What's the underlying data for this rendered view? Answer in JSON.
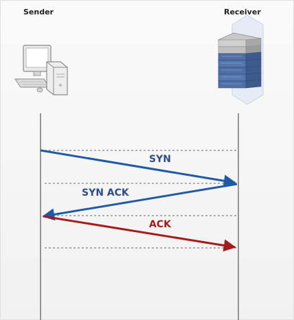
{
  "sender": {
    "title": "Sender",
    "icon": "desktop-computer-icon"
  },
  "receiver": {
    "title": "Receiver",
    "icon": "server-rack-icon"
  },
  "messages": [
    {
      "label": "SYN",
      "direction": "sender-to-receiver",
      "color": "#1f5aa6"
    },
    {
      "label": "SYN ACK",
      "direction": "receiver-to-sender",
      "color": "#1f5aa6"
    },
    {
      "label": "ACK",
      "direction": "sender-to-receiver",
      "color": "#a61c1c"
    }
  ],
  "colors": {
    "background": "#f5f5f5",
    "lifeline": "#555555",
    "dashed": "#666666",
    "syn": "#1f5aa6",
    "ack": "#a61c1c",
    "label_syn": "#2e4d8a"
  }
}
